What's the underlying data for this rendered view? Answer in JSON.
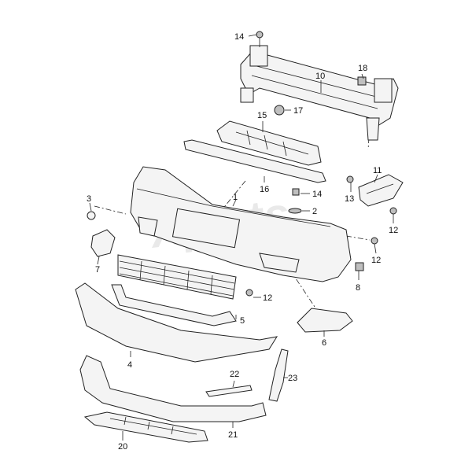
{
  "diagram": {
    "watermark": "Xparts",
    "callouts": {
      "c1": "1",
      "c2": "2",
      "c3": "3",
      "c4": "4",
      "c5": "5",
      "c6": "6",
      "c7": "7",
      "c8": "8",
      "c10": "10",
      "c11": "11",
      "c12a": "12",
      "c12b": "12",
      "c12c": "12",
      "c13": "13",
      "c14a": "14",
      "c14b": "14",
      "c15": "15",
      "c16": "16",
      "c17": "17",
      "c18": "18",
      "c20": "20",
      "c21": "21",
      "c22": "22",
      "c23": "23"
    },
    "colors": {
      "line": "#222222",
      "fill": "#f4f4f4",
      "shade": "#bfbfbf"
    }
  }
}
